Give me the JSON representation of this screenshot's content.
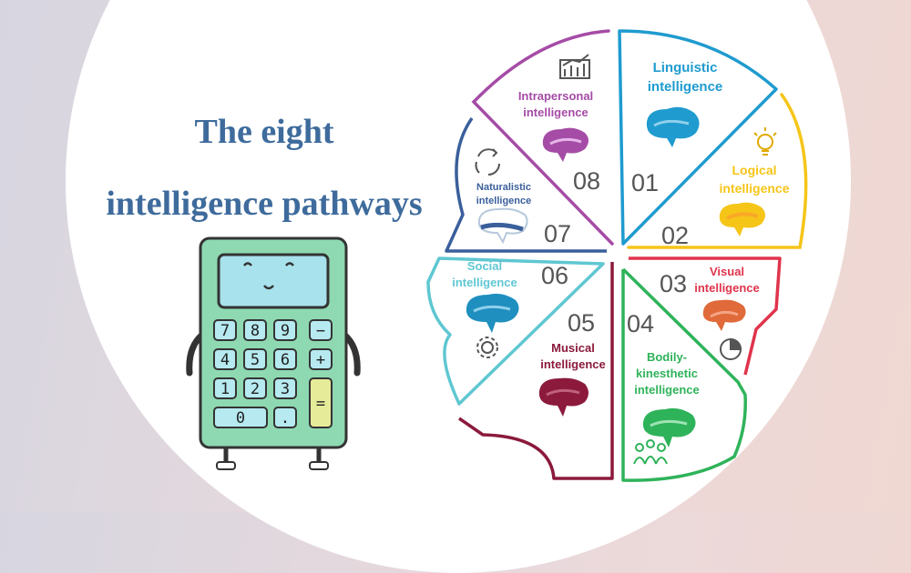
{
  "title": {
    "line1": "The eight",
    "line2": "intelligence pathways"
  },
  "colors": {
    "title": "#3e6b9c",
    "linguistic": "#1f9bcf",
    "logical": "#f5c518",
    "visual": "#e0344c",
    "bodily": "#2fb35a",
    "musical": "#8b1a3c",
    "social": "#5fc7d2",
    "naturalistic": "#3a5f9b",
    "intrapersonal": "#a54ca6"
  },
  "calculator": {
    "keys": [
      "7",
      "8",
      "9",
      "−",
      "4",
      "5",
      "6",
      "+",
      "1",
      "2",
      "3",
      "0",
      ".",
      "="
    ]
  },
  "segments": [
    {
      "id": "linguistic",
      "number": "01",
      "line1": "Linguistic",
      "line2": "intelligence",
      "icon": "brain-icon"
    },
    {
      "id": "logical",
      "number": "02",
      "line1": "Logical",
      "line2": "intelligence",
      "icon": "lightbulb-icon"
    },
    {
      "id": "visual",
      "number": "03",
      "line1": "Visual",
      "line2": "intelligence",
      "icon": "pie-chart-icon"
    },
    {
      "id": "bodily",
      "number": "04",
      "line1": "Bodily-",
      "line2": "kinesthetic",
      "line3": "intelligence",
      "icon": "people-icon"
    },
    {
      "id": "musical",
      "number": "05",
      "line1": "Musical",
      "line2": "intelligence",
      "icon": "brain-icon"
    },
    {
      "id": "social",
      "number": "06",
      "line1": "Social",
      "line2": "intelligence",
      "icon": "gear-icon"
    },
    {
      "id": "naturalistic",
      "number": "07",
      "line1": "Naturalistic",
      "line2": "intelligence",
      "icon": "cycle-icon"
    },
    {
      "id": "intrapersonal",
      "number": "08",
      "line1": "Intrapersonal",
      "line2": "intelligence",
      "icon": "bar-chart-icon"
    }
  ]
}
